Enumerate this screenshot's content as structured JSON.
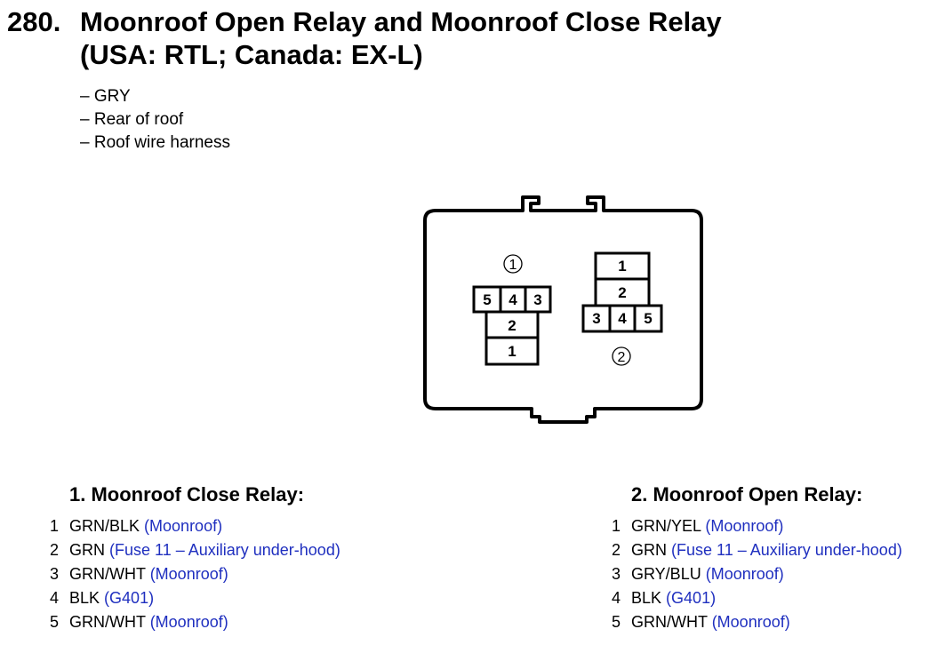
{
  "section": {
    "number": "280.",
    "title_line1": "Moonroof Open Relay and Moonroof Close Relay",
    "title_line2": "(USA: RTL; Canada: EX-L)"
  },
  "info": [
    "– GRY",
    "– Rear of roof",
    "– Roof wire harness"
  ],
  "diagram": {
    "relay1_marker": "①",
    "relay2_marker": "②",
    "relay1_pins": {
      "top_row": [
        "5",
        "4",
        "3"
      ],
      "middle": "2",
      "bottom": "1"
    },
    "relay2_pins": {
      "top": "1",
      "middle": "2",
      "bottom_row": [
        "3",
        "4",
        "5"
      ]
    }
  },
  "relays": [
    {
      "heading": "1. Moonroof Close Relay:",
      "pins": [
        {
          "num": "1",
          "wire": "GRN/BLK",
          "dest": "(Moonroof)"
        },
        {
          "num": "2",
          "wire": "GRN",
          "dest": "(Fuse 11 – Auxiliary under-hood)"
        },
        {
          "num": "3",
          "wire": "GRN/WHT",
          "dest": "(Moonroof)"
        },
        {
          "num": "4",
          "wire": "BLK",
          "dest": "(G401)"
        },
        {
          "num": "5",
          "wire": "GRN/WHT",
          "dest": "(Moonroof)"
        }
      ]
    },
    {
      "heading": "2. Moonroof Open Relay:",
      "pins": [
        {
          "num": "1",
          "wire": "GRN/YEL",
          "dest": "(Moonroof)"
        },
        {
          "num": "2",
          "wire": "GRN",
          "dest": "(Fuse 11 – Auxiliary under-hood)"
        },
        {
          "num": "3",
          "wire": "GRY/BLU",
          "dest": "(Moonroof)"
        },
        {
          "num": "4",
          "wire": "BLK",
          "dest": "(G401)"
        },
        {
          "num": "5",
          "wire": "GRN/WHT",
          "dest": "(Moonroof)"
        }
      ]
    }
  ],
  "colors": {
    "text": "#000000",
    "destination": "#1f2fbf"
  }
}
